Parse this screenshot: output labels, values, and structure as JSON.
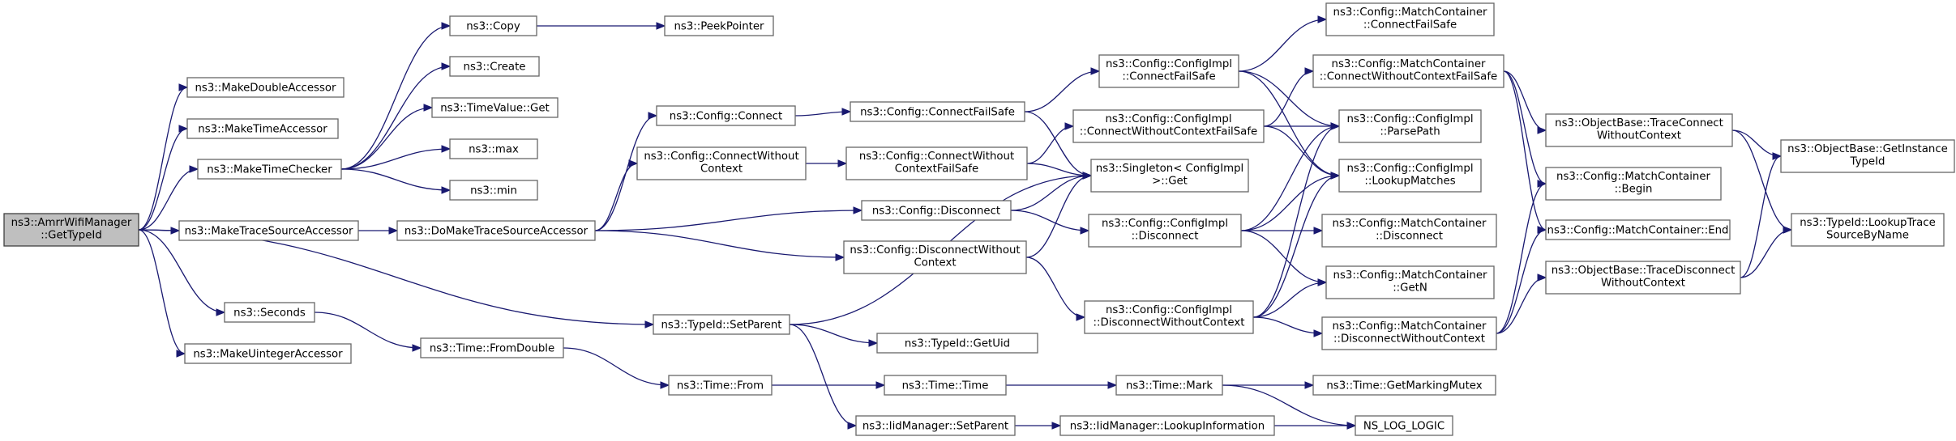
{
  "diagram": {
    "title": "",
    "nodes": [
      {
        "id": "root",
        "lines": [
          "ns3::AmrrWifiManager",
          "::GetTypeId"
        ],
        "highlight": true
      },
      {
        "id": "makeDouble",
        "lines": [
          "ns3::MakeDoubleAccessor"
        ]
      },
      {
        "id": "makeTimeAcc",
        "lines": [
          "ns3::MakeTimeAccessor"
        ]
      },
      {
        "id": "makeTimeChk",
        "lines": [
          "ns3::MakeTimeChecker"
        ]
      },
      {
        "id": "makeTrace",
        "lines": [
          "ns3::MakeTraceSourceAccessor"
        ]
      },
      {
        "id": "seconds",
        "lines": [
          "ns3::Seconds"
        ]
      },
      {
        "id": "makeUint",
        "lines": [
          "ns3::MakeUintegerAccessor"
        ]
      },
      {
        "id": "copy",
        "lines": [
          "ns3::Copy"
        ]
      },
      {
        "id": "peek",
        "lines": [
          "ns3::PeekPointer"
        ]
      },
      {
        "id": "create",
        "lines": [
          "ns3::Create"
        ]
      },
      {
        "id": "timeValueGet",
        "lines": [
          "ns3::TimeValue::Get"
        ]
      },
      {
        "id": "max",
        "lines": [
          "ns3::max"
        ]
      },
      {
        "id": "min",
        "lines": [
          "ns3::min"
        ]
      },
      {
        "id": "doMake",
        "lines": [
          "ns3::DoMakeTraceSourceAccessor"
        ]
      },
      {
        "id": "cfgConnect",
        "lines": [
          "ns3::Config::Connect"
        ]
      },
      {
        "id": "cfgConnectWC",
        "lines": [
          "ns3::Config::ConnectWithout",
          "Context"
        ]
      },
      {
        "id": "cfgConnectFS",
        "lines": [
          "ns3::Config::ConnectFailSafe"
        ]
      },
      {
        "id": "cfgConnectWCFS",
        "lines": [
          "ns3::Config::ConnectWithout",
          "ContextFailSafe"
        ]
      },
      {
        "id": "cfgDisconnect",
        "lines": [
          "ns3::Config::Disconnect"
        ]
      },
      {
        "id": "cfgDisconnectWC",
        "lines": [
          "ns3::Config::DisconnectWithout",
          "Context"
        ]
      },
      {
        "id": "implConnectFS",
        "lines": [
          "ns3::Config::ConfigImpl",
          "::ConnectFailSafe"
        ]
      },
      {
        "id": "implConnectWCFS",
        "lines": [
          "ns3::Config::ConfigImpl",
          "::ConnectWithoutContextFailSafe"
        ]
      },
      {
        "id": "singletonGet",
        "lines": [
          "ns3::Singleton< ConfigImpl",
          ">::Get"
        ]
      },
      {
        "id": "implDisconnect",
        "lines": [
          "ns3::Config::ConfigImpl",
          "::Disconnect"
        ]
      },
      {
        "id": "implDisconnectWC",
        "lines": [
          "ns3::Config::ConfigImpl",
          "::DisconnectWithoutContext"
        ]
      },
      {
        "id": "mcConnectFS",
        "lines": [
          "ns3::Config::MatchContainer",
          "::ConnectFailSafe"
        ]
      },
      {
        "id": "mcConnectWCFS",
        "lines": [
          "ns3::Config::MatchContainer",
          "::ConnectWithoutContextFailSafe"
        ]
      },
      {
        "id": "implParsePath",
        "lines": [
          "ns3::Config::ConfigImpl",
          "::ParsePath"
        ]
      },
      {
        "id": "implLookup",
        "lines": [
          "ns3::Config::ConfigImpl",
          "::LookupMatches"
        ]
      },
      {
        "id": "mcDisconnect",
        "lines": [
          "ns3::Config::MatchContainer",
          "::Disconnect"
        ]
      },
      {
        "id": "mcGetN",
        "lines": [
          "ns3::Config::MatchContainer",
          "::GetN"
        ]
      },
      {
        "id": "mcDisconnectWC",
        "lines": [
          "ns3::Config::MatchContainer",
          "::DisconnectWithoutContext"
        ]
      },
      {
        "id": "obTraceConnect",
        "lines": [
          "ns3::ObjectBase::TraceConnect",
          "WithoutContext"
        ]
      },
      {
        "id": "mcBegin",
        "lines": [
          "ns3::Config::MatchContainer",
          "::Begin"
        ]
      },
      {
        "id": "mcEnd",
        "lines": [
          "ns3::Config::MatchContainer::End"
        ]
      },
      {
        "id": "obTraceDisconnect",
        "lines": [
          "ns3::ObjectBase::TraceDisconnect",
          "WithoutContext"
        ]
      },
      {
        "id": "obGetInstance",
        "lines": [
          "ns3::ObjectBase::GetInstance",
          "TypeId"
        ]
      },
      {
        "id": "typeIdLookup",
        "lines": [
          "ns3::TypeId::LookupTrace",
          "SourceByName"
        ]
      },
      {
        "id": "setParent",
        "lines": [
          "ns3::TypeId::SetParent"
        ]
      },
      {
        "id": "getUid",
        "lines": [
          "ns3::TypeId::GetUid"
        ]
      },
      {
        "id": "iidSetParent",
        "lines": [
          "ns3::IidManager::SetParent"
        ]
      },
      {
        "id": "iidLookup",
        "lines": [
          "ns3::IidManager::LookupInformation"
        ]
      },
      {
        "id": "nsLog",
        "lines": [
          "NS_LOG_LOGIC"
        ]
      },
      {
        "id": "fromDouble",
        "lines": [
          "ns3::Time::FromDouble"
        ]
      },
      {
        "id": "timeFrom",
        "lines": [
          "ns3::Time::From"
        ]
      },
      {
        "id": "timeTime",
        "lines": [
          "ns3::Time::Time"
        ]
      },
      {
        "id": "timeMark",
        "lines": [
          "ns3::Time::Mark"
        ]
      },
      {
        "id": "getMarking",
        "lines": [
          "ns3::Time::GetMarkingMutex"
        ]
      }
    ],
    "edges": [
      [
        "root",
        "makeDouble"
      ],
      [
        "root",
        "makeTimeAcc"
      ],
      [
        "root",
        "makeTimeChk"
      ],
      [
        "root",
        "makeTrace"
      ],
      [
        "root",
        "seconds"
      ],
      [
        "root",
        "makeUint"
      ],
      [
        "root",
        "setParent"
      ],
      [
        "makeTimeChk",
        "copy"
      ],
      [
        "makeTimeChk",
        "create"
      ],
      [
        "makeTimeChk",
        "timeValueGet"
      ],
      [
        "makeTimeChk",
        "max"
      ],
      [
        "makeTimeChk",
        "min"
      ],
      [
        "copy",
        "peek"
      ],
      [
        "makeTrace",
        "doMake"
      ],
      [
        "doMake",
        "cfgConnect"
      ],
      [
        "doMake",
        "cfgConnectWC"
      ],
      [
        "doMake",
        "cfgDisconnect"
      ],
      [
        "doMake",
        "cfgDisconnectWC"
      ],
      [
        "cfgConnect",
        "cfgConnectFS"
      ],
      [
        "cfgConnectWC",
        "cfgConnectWCFS"
      ],
      [
        "cfgConnectFS",
        "implConnectFS"
      ],
      [
        "cfgConnectFS",
        "singletonGet"
      ],
      [
        "cfgConnectWCFS",
        "implConnectWCFS"
      ],
      [
        "cfgConnectWCFS",
        "singletonGet"
      ],
      [
        "cfgDisconnect",
        "singletonGet"
      ],
      [
        "cfgDisconnect",
        "implDisconnect"
      ],
      [
        "cfgDisconnectWC",
        "singletonGet"
      ],
      [
        "cfgDisconnectWC",
        "implDisconnectWC"
      ],
      [
        "implConnectFS",
        "mcConnectFS"
      ],
      [
        "implConnectFS",
        "implParsePath"
      ],
      [
        "implConnectFS",
        "implLookup"
      ],
      [
        "implConnectWCFS",
        "mcConnectWCFS"
      ],
      [
        "implConnectWCFS",
        "implParsePath"
      ],
      [
        "implConnectWCFS",
        "implLookup"
      ],
      [
        "implDisconnect",
        "implParsePath"
      ],
      [
        "implDisconnect",
        "implLookup"
      ],
      [
        "implDisconnect",
        "mcDisconnect"
      ],
      [
        "implDisconnect",
        "mcGetN"
      ],
      [
        "implDisconnectWC",
        "implParsePath"
      ],
      [
        "implDisconnectWC",
        "implLookup"
      ],
      [
        "implDisconnectWC",
        "mcGetN"
      ],
      [
        "implDisconnectWC",
        "mcDisconnectWC"
      ],
      [
        "mcConnectWCFS",
        "obTraceConnect"
      ],
      [
        "mcConnectWCFS",
        "mcBegin"
      ],
      [
        "mcConnectWCFS",
        "mcEnd"
      ],
      [
        "mcDisconnectWC",
        "mcBegin"
      ],
      [
        "mcDisconnectWC",
        "mcEnd"
      ],
      [
        "mcDisconnectWC",
        "obTraceDisconnect"
      ],
      [
        "obTraceConnect",
        "obGetInstance"
      ],
      [
        "obTraceConnect",
        "typeIdLookup"
      ],
      [
        "obTraceDisconnect",
        "obGetInstance"
      ],
      [
        "obTraceDisconnect",
        "typeIdLookup"
      ],
      [
        "setParent",
        "singletonGet"
      ],
      [
        "setParent",
        "getUid"
      ],
      [
        "setParent",
        "iidSetParent"
      ],
      [
        "iidSetParent",
        "iidLookup"
      ],
      [
        "iidLookup",
        "nsLog"
      ],
      [
        "seconds",
        "fromDouble"
      ],
      [
        "fromDouble",
        "timeFrom"
      ],
      [
        "timeFrom",
        "timeTime"
      ],
      [
        "timeTime",
        "timeMark"
      ],
      [
        "timeMark",
        "getMarking"
      ],
      [
        "timeMark",
        "nsLog"
      ]
    ]
  }
}
